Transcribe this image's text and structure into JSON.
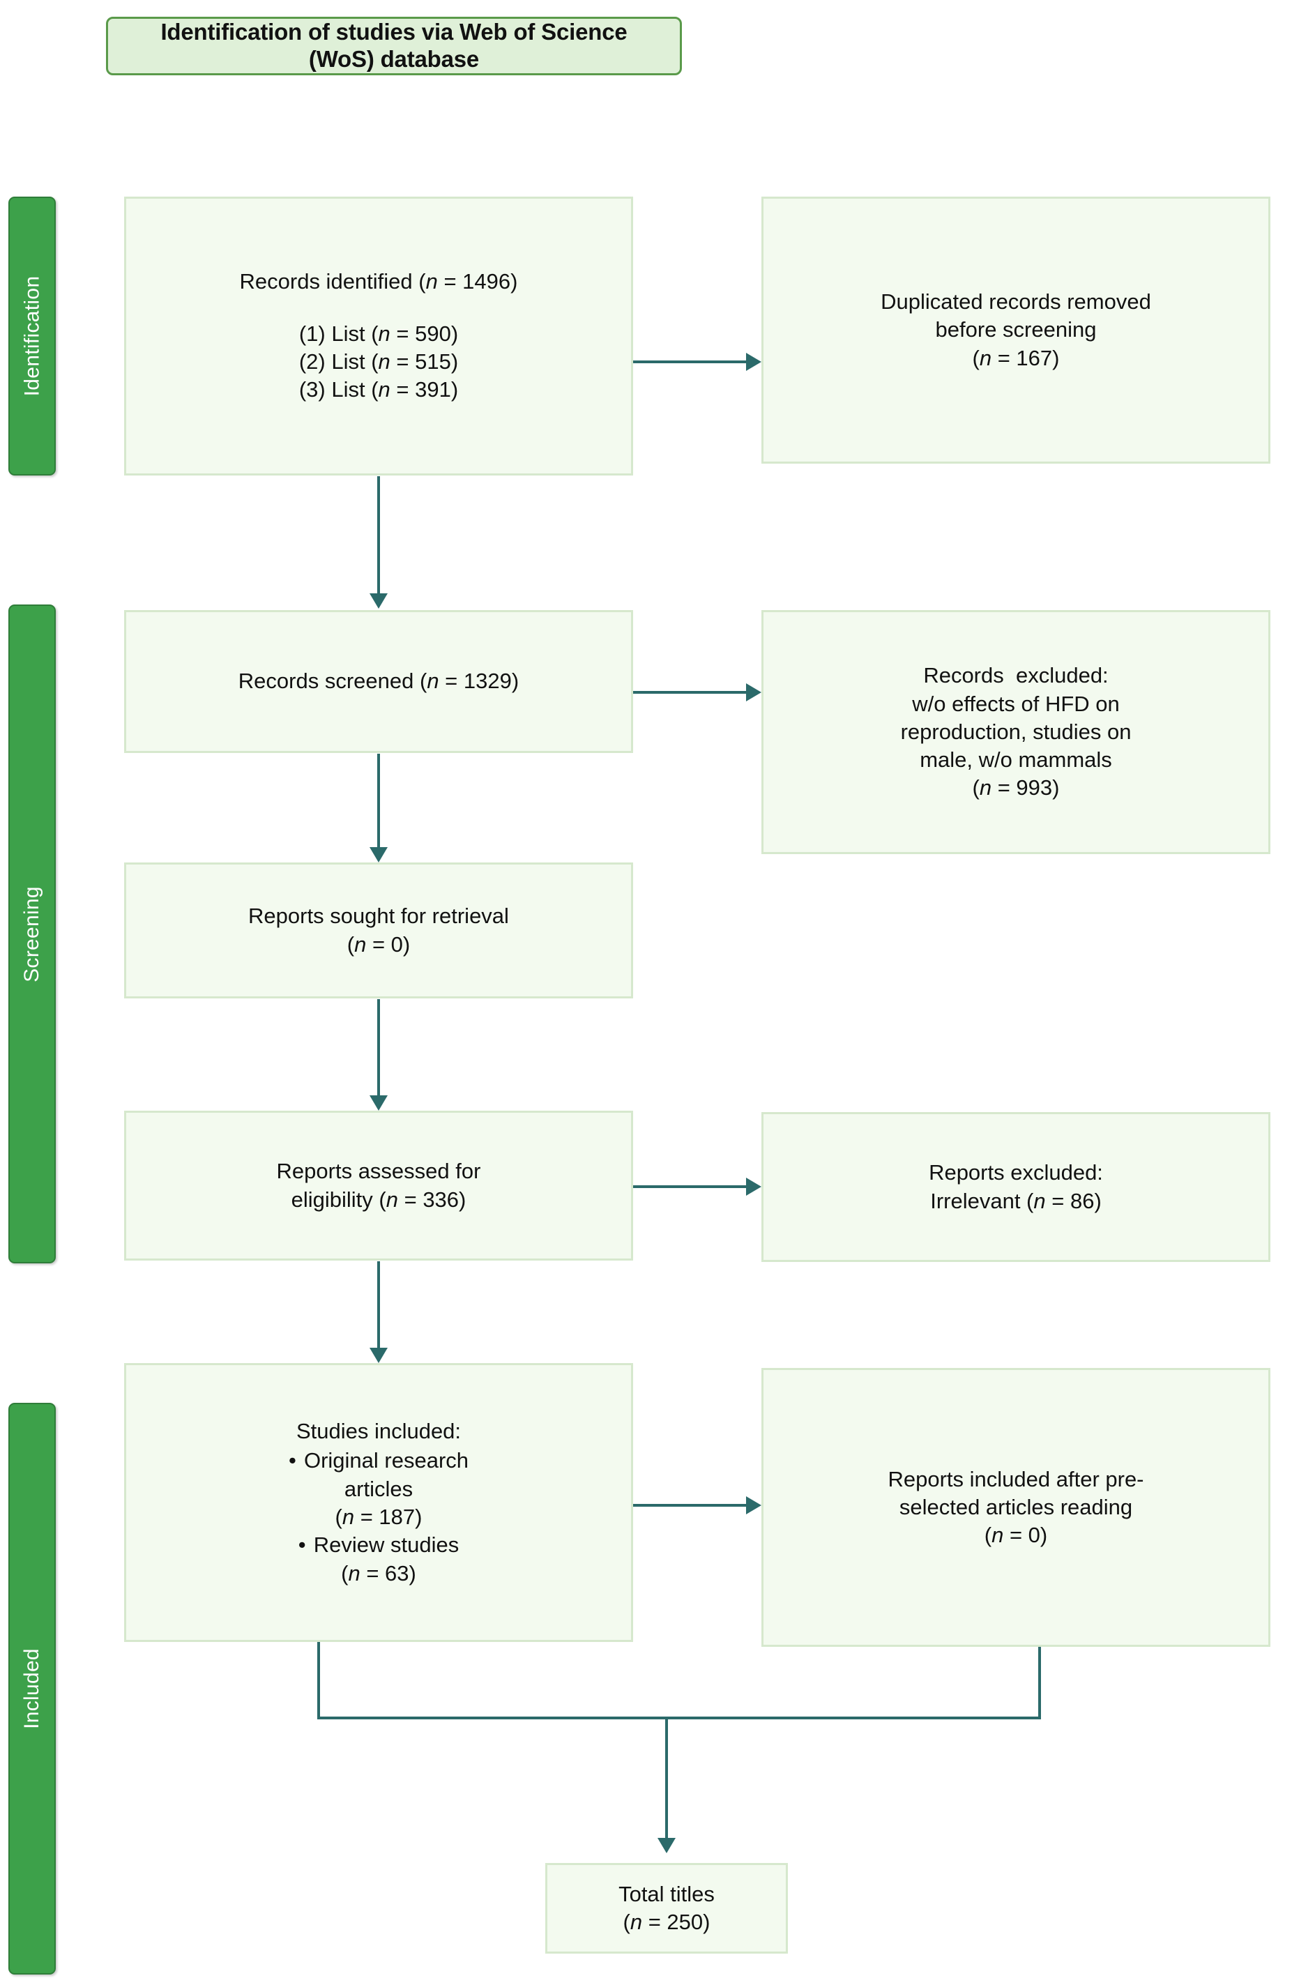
{
  "header": {
    "title_line1": "Identification of studies via Web of Science",
    "title_line2": "(WoS) database"
  },
  "colors": {
    "stage_bar_fill": "#3da14a",
    "stage_bar_border": "#2f7d39",
    "header_fill": "#dff0d8",
    "header_border": "#5a9a4a",
    "box_fill": "#f3faef",
    "box_border": "#d6e8cd",
    "connector": "#2b6a6a",
    "text": "#111111",
    "stage_label_text": "#ffffff"
  },
  "stages": [
    {
      "label": "Identification"
    },
    {
      "label": "Screening"
    },
    {
      "label": "Included"
    }
  ],
  "boxes": {
    "records_identified": {
      "heading": "Records identified (",
      "heading_n": "n",
      "heading_eq": " = 1496)",
      "items": [
        {
          "prefix": "(1) List (",
          "n": "n",
          "value": " = 590)"
        },
        {
          "prefix": "(2) List (",
          "n": "n",
          "value": " = 515)"
        },
        {
          "prefix": "(3) List (",
          "n": "n",
          "value": " = 391)"
        }
      ]
    },
    "duplicates_removed": {
      "line1": "Duplicated records removed",
      "line2": "before screening",
      "line3_pre": "(",
      "line3_n": "n",
      "line3_post": " = 167)"
    },
    "records_screened": {
      "line1_pre": "Records screened (",
      "line1_n": "n",
      "line1_post": " = 1329)"
    },
    "records_excluded": {
      "line1": "Records  excluded:",
      "line2": "w/o effects of HFD on",
      "line3": "reproduction, studies on",
      "line4": "male, w/o mammals",
      "line5_pre": "(",
      "line5_n": "n",
      "line5_post": " = 993)"
    },
    "reports_sought": {
      "line1": "Reports sought for retrieval",
      "line2_pre": "(",
      "line2_n": "n",
      "line2_post": " = 0)"
    },
    "reports_assessed": {
      "line1": "Reports assessed for",
      "line2_pre": "eligibility (",
      "line2_n": "n",
      "line2_post": " = 336)"
    },
    "reports_excluded": {
      "line1": "Reports excluded:",
      "line2_pre": "Irrelevant (",
      "line2_n": "n",
      "line2_post": " = 86)"
    },
    "studies_included": {
      "heading": "Studies included:",
      "bullet1_line1": "Original research",
      "bullet1_line2": "articles",
      "bullet1_n_pre": "(",
      "bullet1_n": "n",
      "bullet1_n_post": " = 187)",
      "bullet2_line1": "Review studies",
      "bullet2_n_pre": "(",
      "bullet2_n": "n",
      "bullet2_n_post": " = 63)",
      "bullet_glyph": "•"
    },
    "reports_included": {
      "line1": "Reports included after pre-",
      "line2": "selected articles reading",
      "line3_pre": "(",
      "line3_n": "n",
      "line3_post": " = 0)"
    },
    "total_titles": {
      "line1": "Total titles",
      "line2_pre": "(",
      "line2_n": "n",
      "line2_post": " = 250)"
    }
  }
}
